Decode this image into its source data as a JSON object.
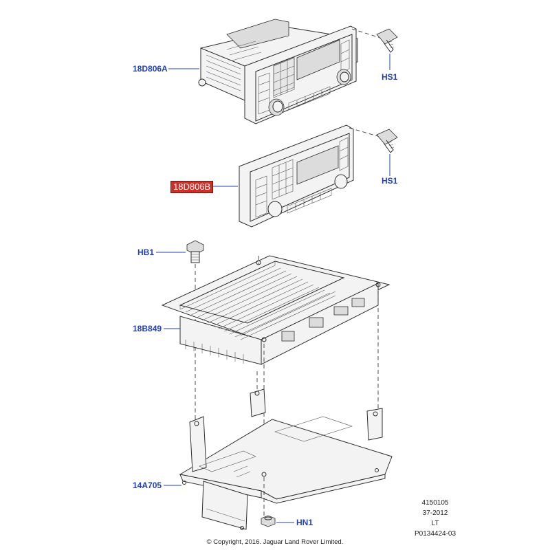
{
  "callouts": {
    "hu_a": "18D806A",
    "hs1_top": "HS1",
    "hu_b": "18D806B",
    "hs1_mid": "HS1",
    "hb1": "HB1",
    "amp": "18B849",
    "bracket": "14A705",
    "hn1": "HN1"
  },
  "reference": {
    "line1": "4150105",
    "line2": "37-2012",
    "line3": "LT",
    "line4": "P0134424-03"
  },
  "copyright": "© Copyright, 2016. Jaguar Land Rover Limited.",
  "colors": {
    "callout_text": "#2441b4",
    "highlight_fill": "#c9312b",
    "line_art": "#2c2c2c"
  }
}
